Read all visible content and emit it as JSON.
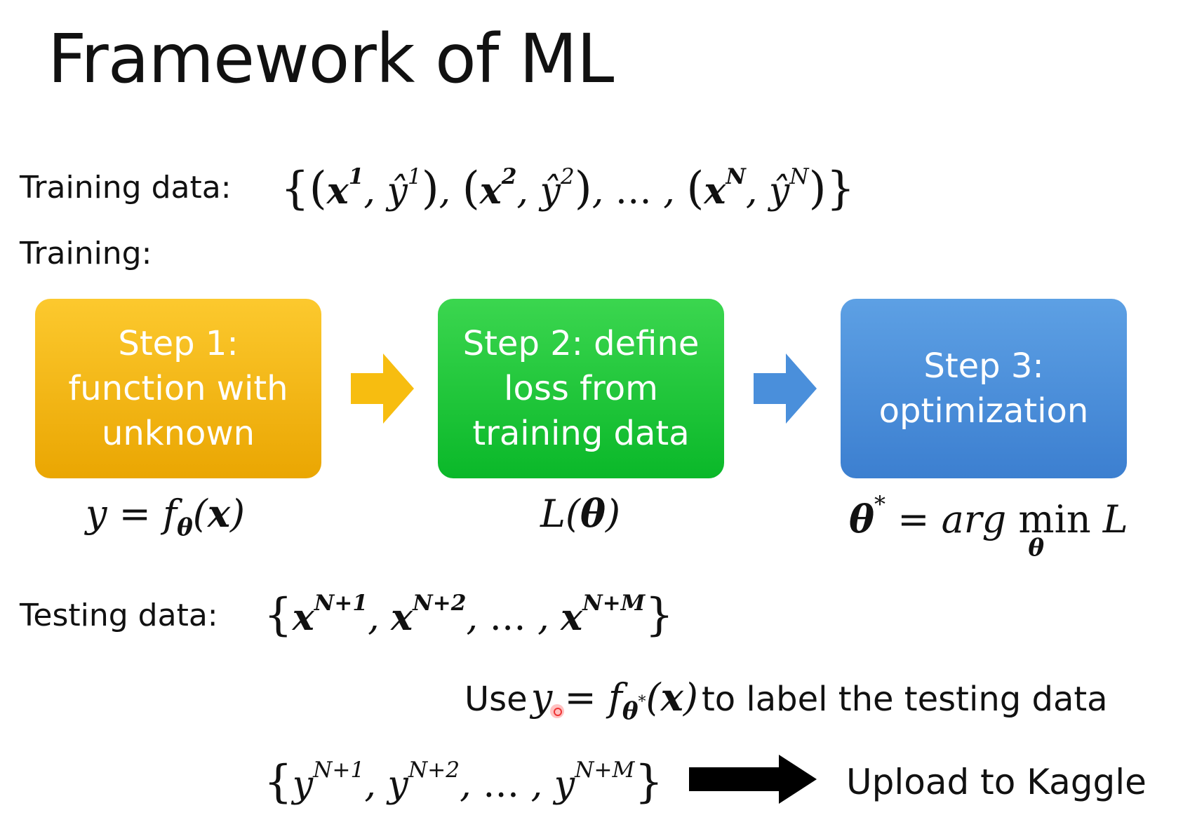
{
  "title": "Framework of ML",
  "training_data_label": "Training data:",
  "training_label": "Training:",
  "testing_data_label": "Testing data:",
  "steps": [
    {
      "label": "Step 1: function with unknown",
      "color": "#f5b914",
      "formula": "y = fθ(x)"
    },
    {
      "label": "Step 2: define loss from training data",
      "color": "#1cc53a",
      "formula": "L(θ)"
    },
    {
      "label": "Step 3: optimization",
      "color": "#4a8fdb",
      "formula": "θ* = arg min L"
    }
  ],
  "use_prefix": "Use",
  "use_suffix": "to label the testing data",
  "upload_label": "Upload to Kaggle",
  "ellipsis": "…",
  "arrow_colors": {
    "yellow": "#f7bd10",
    "blue": "#4a8fdb",
    "black": "#000000"
  }
}
